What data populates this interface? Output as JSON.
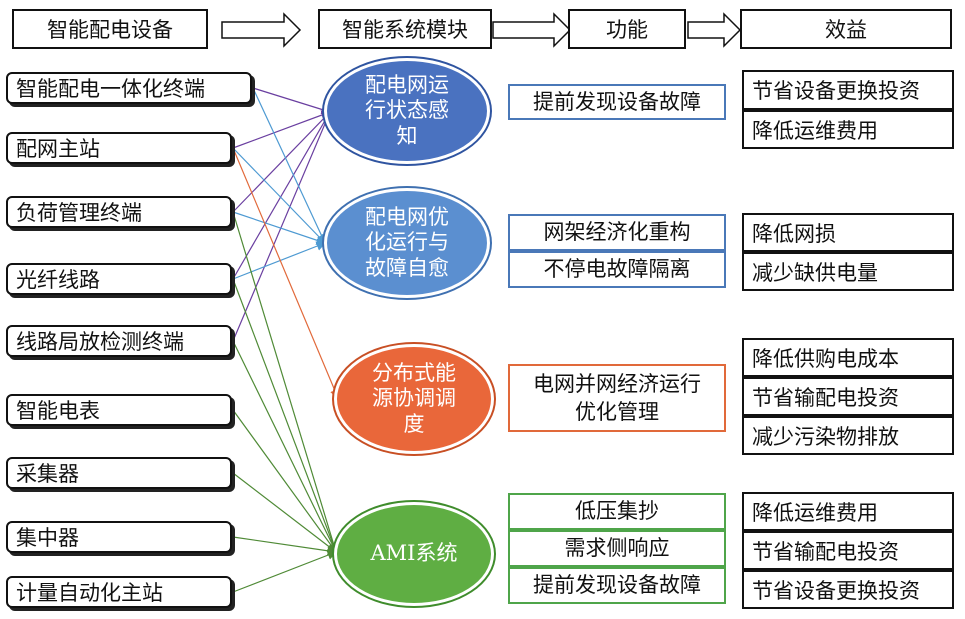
{
  "header": {
    "devices": "智能配电设备",
    "modules": "智能系统模块",
    "functions": "功能",
    "benefits": "效益"
  },
  "devices": [
    "智能配电一体化终端",
    "配网主站",
    "负荷管理终端",
    "光纤线路",
    "线路局放检测终端",
    "智能电表",
    "采集器",
    "集中器",
    "计量自动化主站"
  ],
  "modules": [
    {
      "label": "配电网运行状态感知",
      "color": "#4a72c0"
    },
    {
      "label": "配电网优化运行与故障自愈",
      "color": "#5b8fd0"
    },
    {
      "label": "分布式能源协调调度",
      "color": "#e9673a"
    },
    {
      "label": "AMI系统",
      "color": "#5fae43"
    }
  ],
  "functions": [
    [
      "提前发现设备故障"
    ],
    [
      "网架经济化重构",
      "不停电故障隔离"
    ],
    [
      "电网并网经济运行优化管理"
    ],
    [
      "低压集抄",
      "需求侧响应",
      "提前发现设备故障"
    ]
  ],
  "benefits": [
    [
      "节省设备更换投资",
      "降低运维费用"
    ],
    [
      "降低网损",
      "减少缺供电量"
    ],
    [
      "降低供购电成本",
      "节省输配电投资",
      "减少污染物排放"
    ],
    [
      "降低运维费用",
      "节省输配电投资",
      "节省设备更换投资"
    ]
  ]
}
